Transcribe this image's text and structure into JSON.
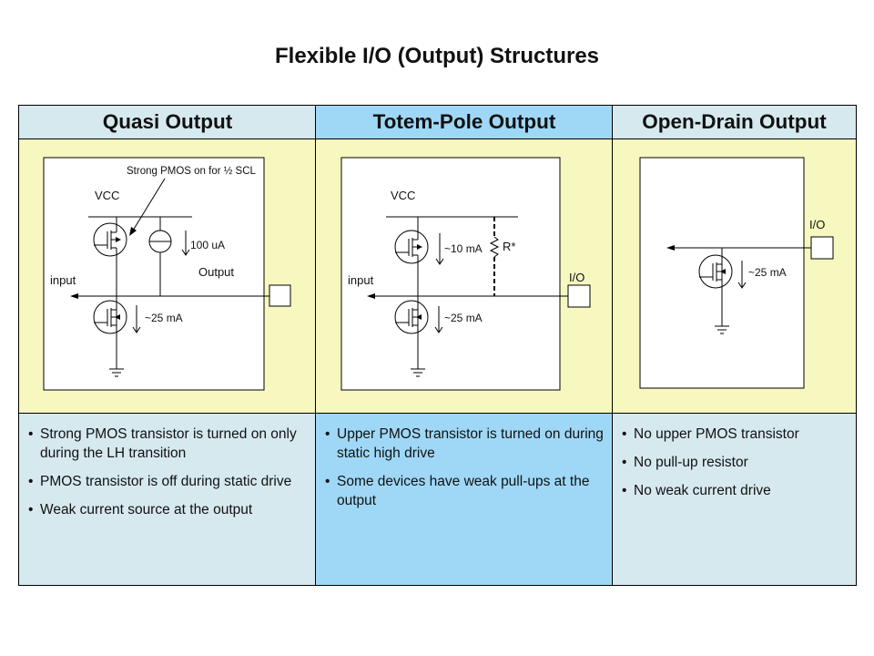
{
  "title": "Flexible I/O (Output) Structures",
  "colors": {
    "header_light": "#d6e9ef",
    "header_highlight": "#9fd8f6",
    "diagram_bg": "#f7f8bf",
    "bullets_light": "#d6e9ef",
    "bullets_highlight": "#9fd8f6"
  },
  "columns": [
    {
      "header": "Quasi Output",
      "highlighted": false,
      "diagram": {
        "annotation": "Strong PMOS on for ½ SCL",
        "vcc_label": "VCC",
        "current_source_label": "100 uA",
        "output_label": "Output",
        "input_label": "input",
        "lower_current_label": "~25 mA"
      },
      "bullets": [
        "Strong PMOS transistor is turned on only during the LH transition",
        "PMOS transistor is off during static drive",
        "Weak current source at the output"
      ]
    },
    {
      "header": "Totem-Pole Output",
      "highlighted": true,
      "diagram": {
        "vcc_label": "VCC",
        "upper_current_label": "~10 mA",
        "resistor_label": "R*",
        "io_label": "I/O",
        "input_label": "input",
        "lower_current_label": "~25 mA"
      },
      "bullets": [
        "Upper PMOS transistor is turned on during static high drive",
        "Some devices have weak pull-ups at the output"
      ]
    },
    {
      "header": "Open-Drain Output",
      "highlighted": false,
      "diagram": {
        "io_label": "I/O",
        "lower_current_label": "~25 mA"
      },
      "bullets": [
        "No upper PMOS transistor",
        "No pull-up resistor",
        "No weak current drive"
      ]
    }
  ]
}
